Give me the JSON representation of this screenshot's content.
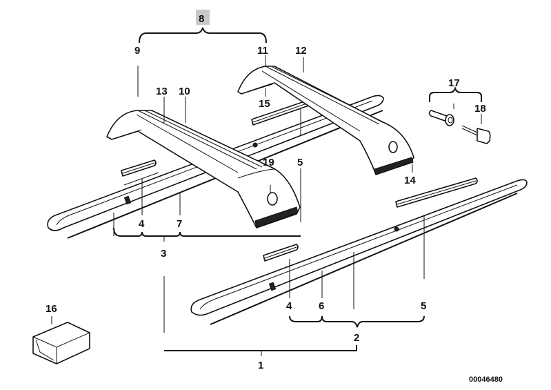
{
  "diagram": {
    "title": "Roof rack parts diagram",
    "drawing_number": "00046480",
    "highlight_color": "#c9c9c9",
    "highlighted_label": "8",
    "labels": {
      "l1": "1",
      "l2": "2",
      "l3": "3",
      "l4a": "4",
      "l4b": "4",
      "l5a": "5",
      "l5b": "5",
      "l6": "6",
      "l7": "7",
      "l8": "8",
      "l9": "9",
      "l10": "10",
      "l11": "11",
      "l12": "12",
      "l13": "13",
      "l14": "14",
      "l15": "15",
      "l16": "16",
      "l17": "17",
      "l18": "18",
      "l19": "19"
    },
    "parts": [
      {
        "id": "rear-crossbar",
        "labels": [
          "9",
          "10",
          "13",
          "19"
        ]
      },
      {
        "id": "front-crossbar",
        "labels": [
          "11",
          "12",
          "14",
          "15"
        ]
      },
      {
        "id": "roof-rail-left",
        "labels": [
          "3",
          "4",
          "7",
          "5"
        ]
      },
      {
        "id": "roof-rail-right",
        "labels": [
          "2",
          "4",
          "6",
          "5"
        ]
      },
      {
        "id": "lock-cylinder",
        "labels": [
          "17"
        ]
      },
      {
        "id": "key",
        "labels": [
          "18"
        ]
      },
      {
        "id": "storage-bag",
        "labels": [
          "16"
        ]
      }
    ]
  }
}
